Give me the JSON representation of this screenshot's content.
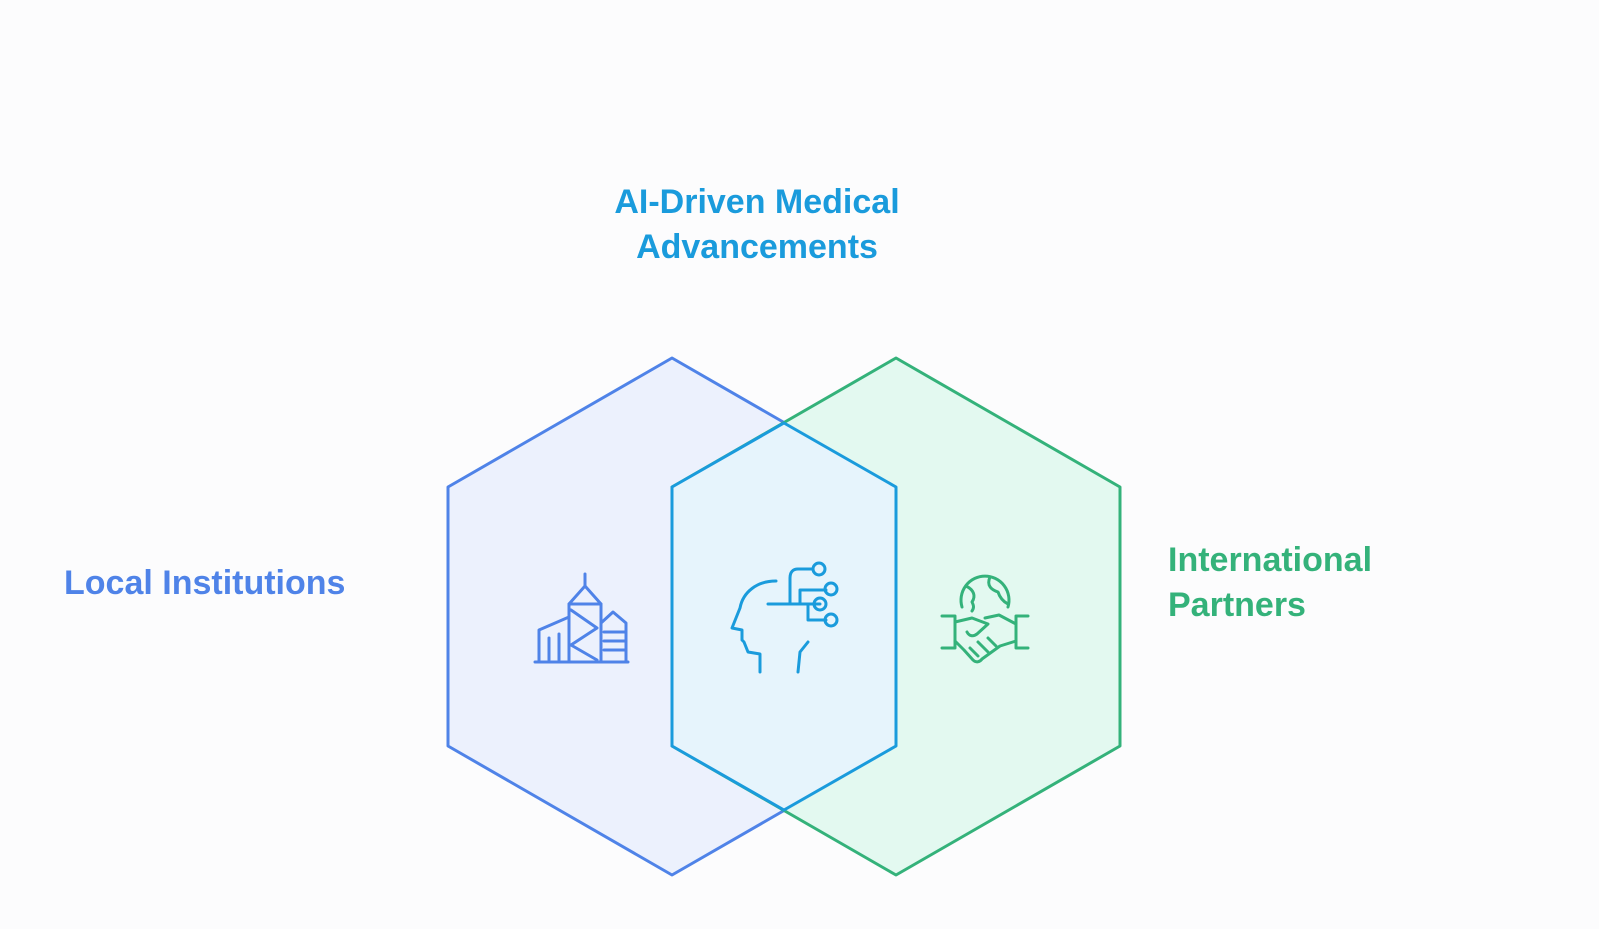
{
  "diagram": {
    "colors": {
      "background": "#fcfcfd",
      "local": "#4f83e8",
      "local_fill": "#ecf1fd",
      "ai": "#1a9bdc",
      "ai_fill": "#e6f4fc",
      "international": "#34b27a",
      "international_fill": "#e1f8ef"
    },
    "labels": {
      "ai": {
        "line1": "AI-Driven Medical",
        "line2": "Advancements"
      },
      "local": {
        "line1": "Local Institutions"
      },
      "international": {
        "line1": "International",
        "line2": "Partners"
      }
    },
    "icons": {
      "local": "city-buildings-icon",
      "ai": "ai-head-circuit-icon",
      "international": "globe-handshake-icon"
    }
  }
}
